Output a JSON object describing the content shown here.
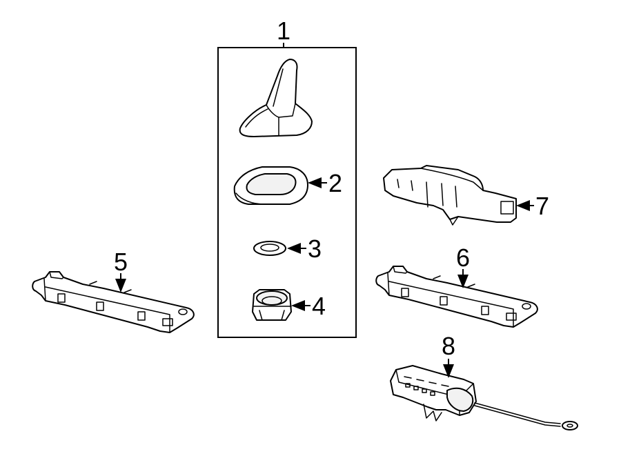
{
  "diagram": {
    "callouts": [
      {
        "id": "1",
        "label": "1"
      },
      {
        "id": "2",
        "label": "2"
      },
      {
        "id": "3",
        "label": "3"
      },
      {
        "id": "4",
        "label": "4"
      },
      {
        "id": "5",
        "label": "5"
      },
      {
        "id": "6",
        "label": "6"
      },
      {
        "id": "7",
        "label": "7"
      },
      {
        "id": "8",
        "label": "8"
      }
    ],
    "colors": {
      "line": "#000000",
      "background": "#ffffff",
      "fill_shade": "#f2f2f2"
    }
  }
}
